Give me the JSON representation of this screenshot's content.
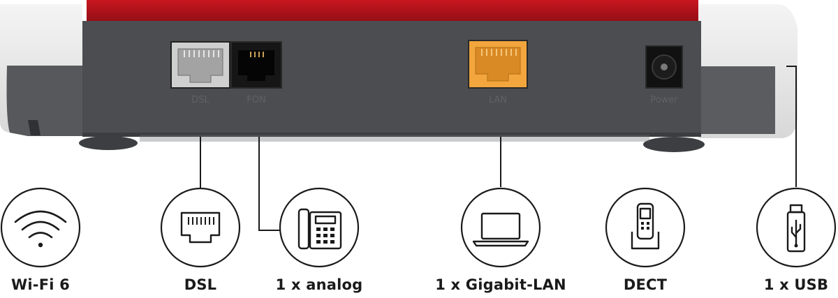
{
  "router": {
    "port_labels": {
      "dsl": "DSL",
      "fon": "FON",
      "lan": "LAN",
      "power": "Power"
    },
    "colors": {
      "top_red": "#b0121b",
      "body_grey": "#4a4c50",
      "lan_orange": "#f0a23a",
      "dsl_grey": "#9a9a9a",
      "fon_black": "#111111"
    }
  },
  "features": [
    {
      "icon": "wifi-icon",
      "label": "Wi-Fi 6"
    },
    {
      "icon": "ethernet-port-icon",
      "label": "DSL"
    },
    {
      "icon": "desk-phone-icon",
      "label": "1 x analog"
    },
    {
      "icon": "laptop-icon",
      "label": "1 x Gigabit-LAN"
    },
    {
      "icon": "cordless-phone-icon",
      "label": "DECT"
    },
    {
      "icon": "usb-stick-icon",
      "label": "1 x USB"
    }
  ]
}
